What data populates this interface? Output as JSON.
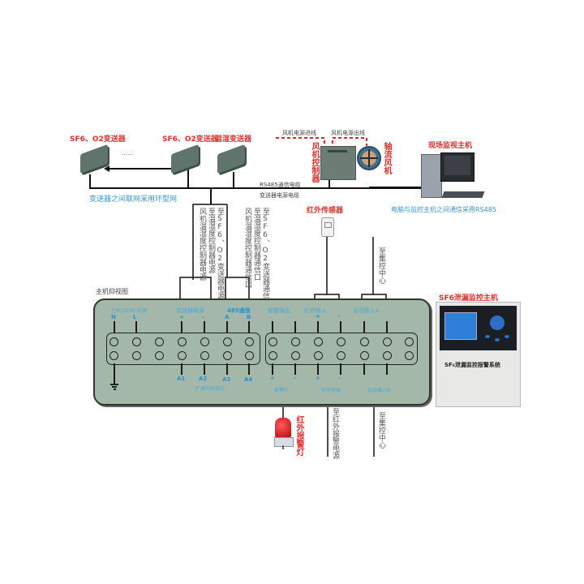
{
  "transmitters": [
    {
      "label": "SF6、O2变送器"
    },
    {
      "label": "SF6、O2变送器"
    },
    {
      "label": "温湿变送器"
    }
  ],
  "ellipsis": "……",
  "ring_network_note": "变送器之间联网采用环型网",
  "cable_labels": {
    "rs485": "RS485通信电缆",
    "power": "变送器电源电缆"
  },
  "fan": {
    "power_in": "风机电源进线",
    "power_out": "风机电源出线",
    "controller_label": "风机控制器",
    "fan_label": "轴流风机"
  },
  "pc": {
    "title": "现场监视主机",
    "note": "电脑与监控主机之间通信采用RS485"
  },
  "vertical_notes": {
    "col1_a": "风机温湿度控制器电源",
    "col1_b": "至温湿度控制器电源",
    "col1_c": "至SF6、O2变送器电源",
    "col2_a": "风机温湿度控制器通信口",
    "col2_b": "至温湿度控制器通信口",
    "col2_c": "至SF6、O2变送器通信口"
  },
  "ir_sensor": {
    "label": "红外传感器"
  },
  "to_central_top": "至集控中心",
  "host_view_title": "主机仰视图",
  "panel": {
    "top_groups": [
      {
        "label": "主机220AC电源"
      },
      {
        "label": "变送器电源"
      },
      {
        "label": "485通信"
      },
      {
        "label": "报警输出"
      },
      {
        "label": "红外输入"
      },
      {
        "label": "运动输入A"
      }
    ],
    "top_pins": [
      "N",
      "L",
      "+",
      "-",
      "A",
      "B",
      "+",
      "-"
    ],
    "bottom_pins": [
      "A1",
      "A2",
      "A3",
      "A4",
      "+",
      "-",
      "+",
      "-"
    ],
    "bottom_groups": [
      {
        "label": "扩展功能接口"
      },
      {
        "label": "报警灯"
      },
      {
        "label": "红外电源"
      },
      {
        "label": "运动输入B"
      }
    ]
  },
  "alarm_light": {
    "label": "红外报警灯"
  },
  "to_ir_alarm_power": "至红外报警电源",
  "to_central_bottom": "至集控中心",
  "monitor_host": {
    "title": "SF6泄漏监控主机",
    "panel_text": "SF₆泄漏监控报警系统"
  },
  "colors": {
    "title_red": "#e0312d",
    "note_blue": "#3a97c9",
    "panel_green": "#a3b8a9",
    "pin_blue": "#2b8fd1",
    "device_gray": "#6b7d74"
  }
}
